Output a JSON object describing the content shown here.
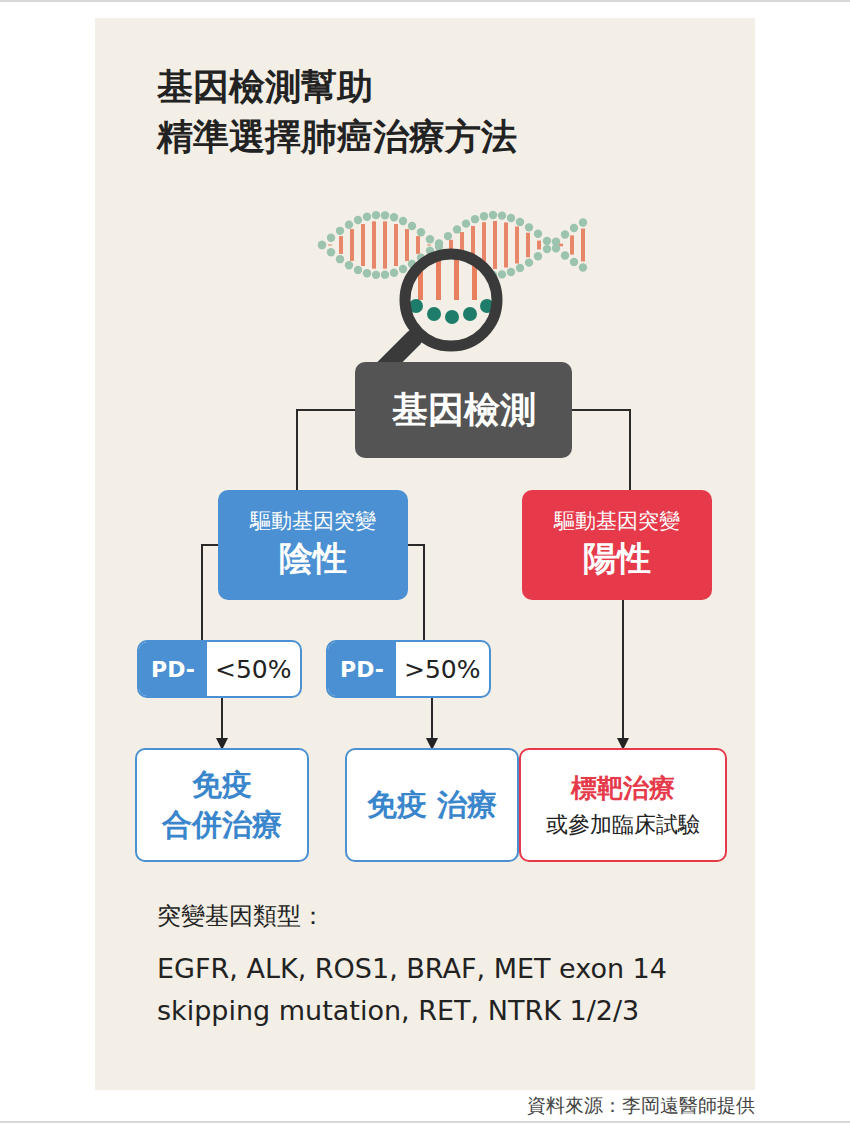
{
  "diagram": {
    "title": "基因檢測幫助 精準選擇肺癌治療方法",
    "nodes": [
      {
        "text": [
          "基因檢測"
        ]
      },
      {
        "text": [
          "驅動基因突變",
          "陰性"
        ]
      },
      {
        "text": [
          "驅動基因突變",
          "陽性"
        ]
      },
      {
        "text": [
          "PD-",
          "<50%"
        ]
      },
      {
        "text": [
          "PD-",
          ">50%"
        ]
      },
      {
        "text": [
          "免疫 合併治療"
        ]
      },
      {
        "text": [
          "免疫 治療"
        ]
      },
      {
        "text": [
          "標靶治療",
          "或參加臨床試驗"
        ]
      }
    ],
    "edges": [
      {
        "from": 0,
        "to": 1,
        "arrow": "none"
      },
      {
        "from": 0,
        "to": 2,
        "arrow": "none"
      },
      {
        "from": 1,
        "to": 3,
        "arrow": "none"
      },
      {
        "from": 1,
        "to": 4,
        "arrow": "none"
      },
      {
        "from": 3,
        "to": 5,
        "arrow": "to"
      },
      {
        "from": 4,
        "to": 6,
        "arrow": "to"
      },
      {
        "from": 2,
        "to": 7,
        "arrow": "to"
      }
    ],
    "labels": [
      "突變基因類型：",
      "EGFR, ALK, ROS1, BRAF, MET exon 14 skipping mutation, RET, NTRK 1/2/3",
      "資料來源：李岡遠醫師提供"
    ]
  }
}
